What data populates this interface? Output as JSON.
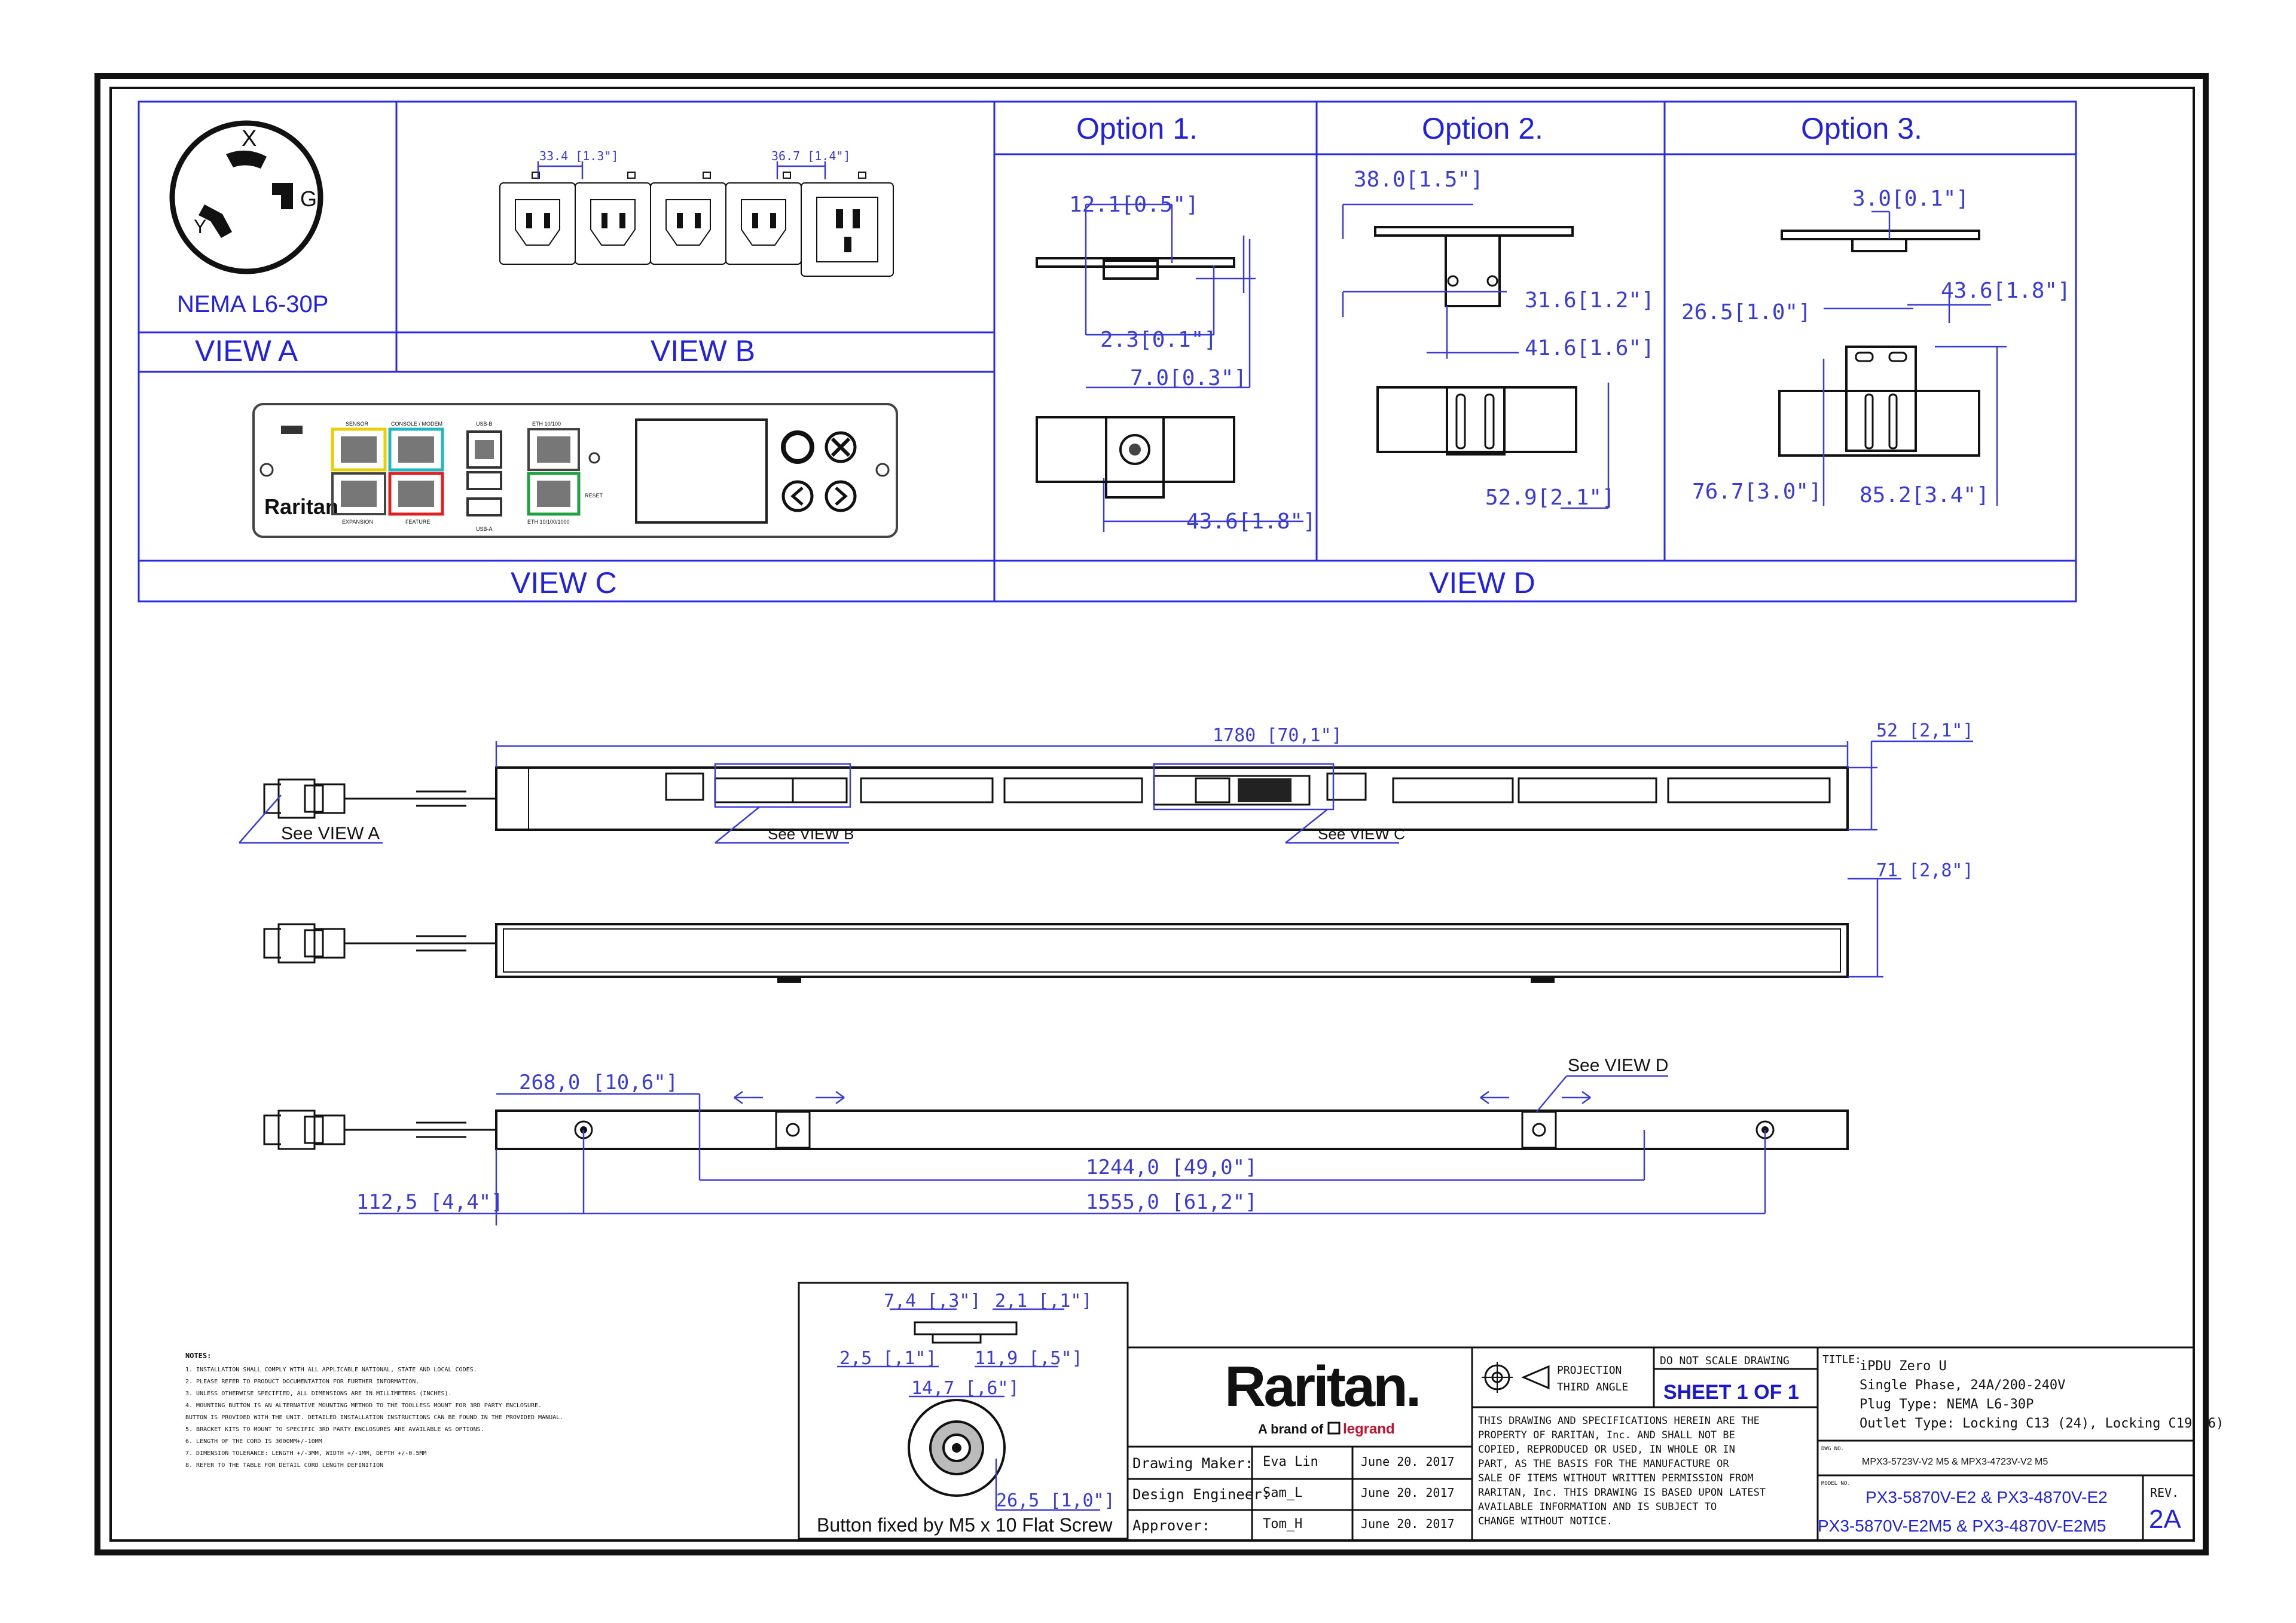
{
  "views": {
    "a": {
      "plug_label": "NEMA L6-30P",
      "title": "VIEW A",
      "pins": {
        "x": "X",
        "y": "Y",
        "g": "G"
      }
    },
    "b": {
      "title": "VIEW B",
      "dim1": "33.4 [1.3\"]",
      "dim2": "36.7 [1.4\"]"
    },
    "c": {
      "title": "VIEW C",
      "brand": "Raritan",
      "port_labels": [
        "SENSOR",
        "CONSOLE / MODEM",
        "USB-B",
        "ETH 10/100",
        "EXPANSION",
        "FEATURE",
        "USB-A",
        "ETH 10/100/1000",
        "RESET"
      ]
    },
    "d": {
      "title": "VIEW D"
    }
  },
  "options": {
    "opt1": {
      "title": "Option 1.",
      "d1": "12.1[0.5\"]",
      "d2": "2.3[0.1\"]",
      "d3": "7.0[0.3\"]",
      "d4": "43.6[1.8\"]"
    },
    "opt2": {
      "title": "Option  2.",
      "d1": "38.0[1.5\"]",
      "d2": "31.6[1.2\"]",
      "d3": "41.6[1.6\"]",
      "d4": "52.9[2.1\"]"
    },
    "opt3": {
      "title": "Option 3.",
      "d1": "3.0[0.1\"]",
      "d2": "43.6[1.8\"]",
      "d3": "26.5[1.0\"]",
      "d4": "76.7[3.0\"]",
      "d5": "85.2[3.4\"]"
    }
  },
  "main": {
    "len_total": "1780  [70,1\"]",
    "width_front": "52  [2,1\"]",
    "depth_side": "71  [2,8\"]",
    "see_a": "See VIEW A",
    "see_b": "See VIEW B",
    "see_c": "See VIEW C",
    "see_d": "See VIEW D",
    "back_d1": "268,0  [10,6\"]",
    "back_d2": "1244,0  [49,0\"]",
    "back_d3": "112,5  [4,4\"]",
    "back_d4": "1555,0  [61,2\"]"
  },
  "button": {
    "d1": "7,4  [,3\"]",
    "d2": "2,1  [,1\"]",
    "d3": "2,5  [,1\"]",
    "d4": "11,9  [,5\"]",
    "d5": "14,7  [,6\"]",
    "d6": "26,5  [1,0\"]",
    "caption": "Button fixed by M5 x 10 Flat Screw"
  },
  "notes": {
    "heading": "NOTES:",
    "lines": [
      "1. INSTALLATION SHALL COMPLY WITH ALL APPLICABLE NATIONAL, STATE AND LOCAL CODES.",
      "2. PLEASE REFER TO PRODUCT DOCUMENTATION FOR FURTHER INFORMATION.",
      "3. UNLESS OTHERWISE SPECIFIED, ALL DIMENSIONS ARE IN MILLIMETERS (INCHES).",
      "4. MOUNTING BUTTON IS AN ALTERNATIVE MOUNTING METHOD TO THE TOOLLESS MOUNT FOR 3RD PARTY ENCLOSURE.",
      "   BUTTON IS PROVIDED WITH THE UNIT. DETAILED INSTALLATION INSTRUCTIONS CAN BE FOUND IN THE PROVIDED MANUAL.",
      "5. BRACKET KITS TO MOUNT TO SPECIFIC 3RD PARTY ENCLOSURES ARE AVAILABLE AS OPTIONS.",
      "6. LENGTH OF THE CORD IS 3000MM+/-10MM",
      "7. DIMENSION TOLERANCE: LENGTH +/-3MM, WIDTH +/-1MM, DEPTH +/-0.5MM",
      "8. REFER TO THE TABLE FOR DETAIL CORD LENGTH DEFINITION"
    ]
  },
  "title_block": {
    "logo": "Raritan.",
    "logo_sub": "A brand of",
    "logo_legrand": "legrand",
    "drawing_maker_label": "Drawing Maker:",
    "drawing_maker": "Eva Lin",
    "design_engineer_label": "Design Engineer:",
    "design_engineer": "Sam_L",
    "approver_label": "Approver:",
    "approver": "Tom_H",
    "date": "June 20. 2017",
    "projection_line1": "PROJECTION",
    "projection_line2": "THIRD ANGLE",
    "do_not_scale": "DO NOT SCALE DRAWING",
    "sheet": "SHEET 1 OF 1",
    "disclaimer": [
      "THIS DRAWING AND SPECIFICATIONS HEREIN ARE THE",
      "PROPERTY OF RARITAN, Inc. AND SHALL NOT BE",
      "COPIED, REPRODUCED OR USED, IN WHOLE OR IN",
      "PART, AS THE BASIS FOR THE MANUFACTURE OR",
      "SALE OF ITEMS WITHOUT WRITTEN PERMISSION FROM",
      "RARITAN, Inc. THIS DRAWING IS BASED UPON LATEST",
      "AVAILABLE INFORMATION AND IS SUBJECT TO",
      "CHANGE WITHOUT NOTICE."
    ],
    "title_label": "TITLE:",
    "title_lines": [
      "iPDU Zero U",
      "Single Phase, 24A/200-240V",
      "Plug Type: NEMA L6-30P",
      "Outlet Type: Locking C13 (24), Locking C19 (6)"
    ],
    "dwg_label": "DWG NO.",
    "dwg_no": "MPX3-5723V-V2 M5 & MPX3-4723V-V2 M5",
    "model_label": "MODEL NO.",
    "model_1": "PX3-5870V-E2 & PX3-4870V-E2",
    "model_2": "PX3-5870V-E2M5 & PX3-4870V-E2M5",
    "rev_label": "REV.",
    "rev": "2A"
  }
}
